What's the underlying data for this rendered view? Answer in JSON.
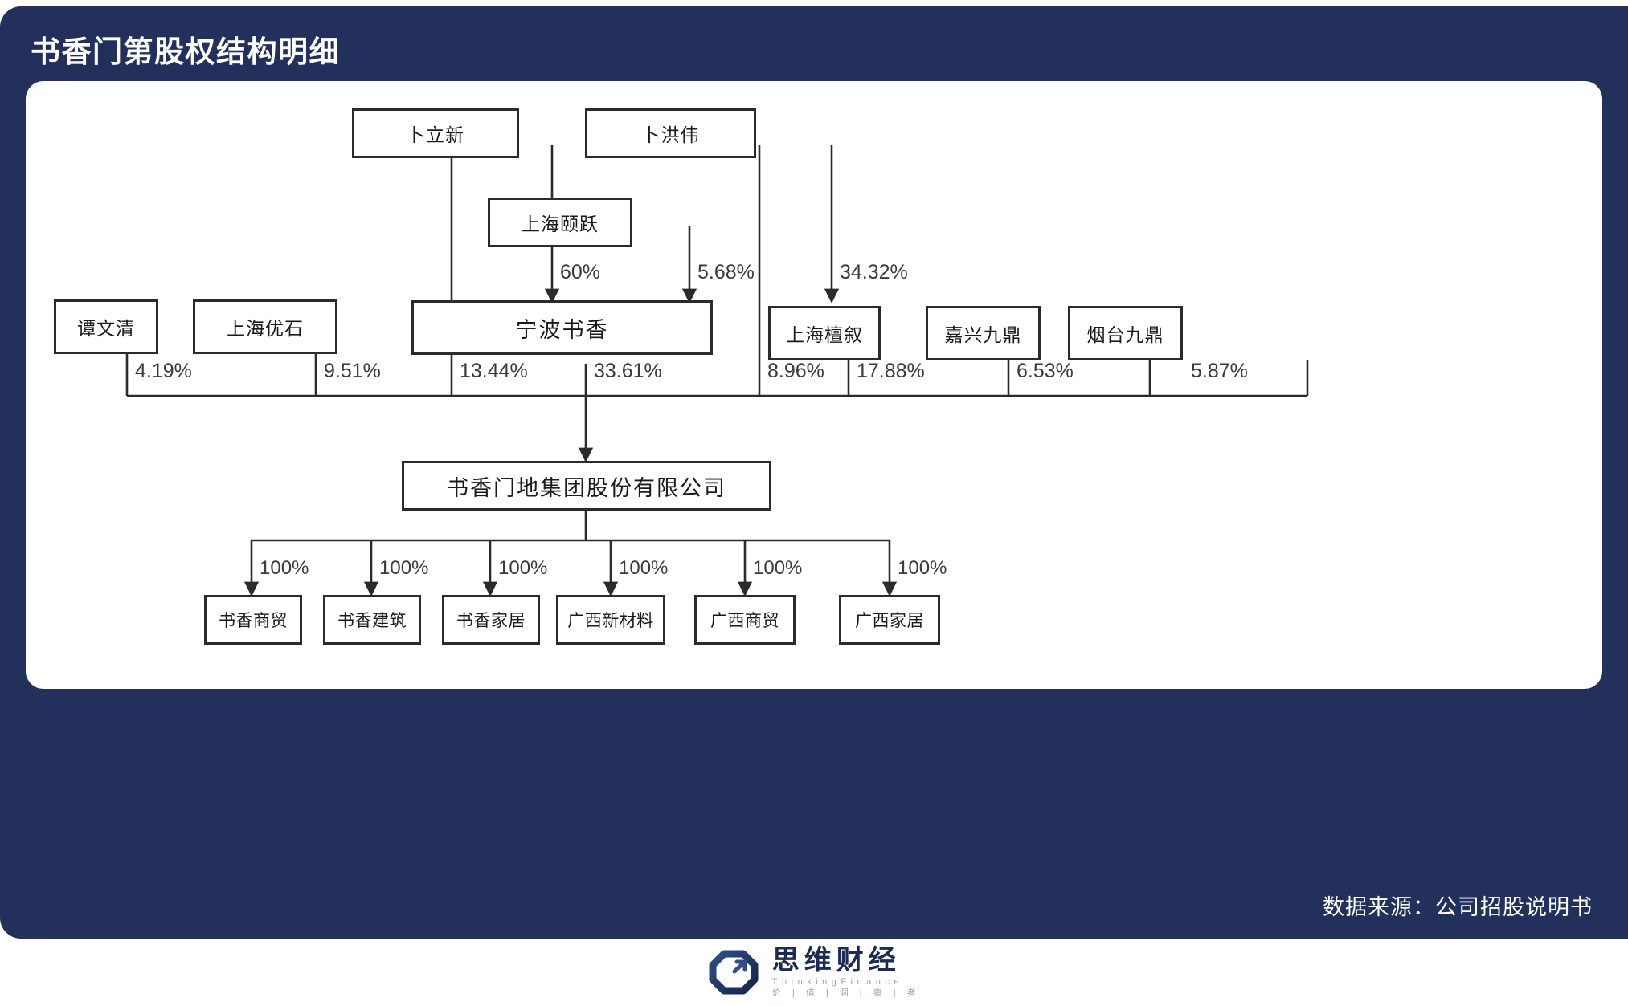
{
  "header": {
    "title": "书香门第股权结构明细"
  },
  "footer": {
    "source": "数据来源：公司招股说明书",
    "logo_cn": "思维财经",
    "logo_en": "ThinkingFinance",
    "logo_sub": "价 | 值 | 洞 | 察 | 者"
  },
  "chart_data": {
    "type": "diagram",
    "title": "书香门第股权结构明细",
    "nodes": [
      {
        "id": "bulixin",
        "label": "卜立新"
      },
      {
        "id": "buhongwei",
        "label": "卜洪伟"
      },
      {
        "id": "shanghaiyiyue",
        "label": "上海颐跃"
      },
      {
        "id": "ningboshuxiang",
        "label": "宁波书香"
      },
      {
        "id": "tanwenqing",
        "label": "谭文清"
      },
      {
        "id": "shanghaiyoushi",
        "label": "上海优石"
      },
      {
        "id": "shanghaitanxu",
        "label": "上海檀叙"
      },
      {
        "id": "jiaxingjiuding",
        "label": "嘉兴九鼎"
      },
      {
        "id": "yantaijiuding",
        "label": "烟台九鼎"
      },
      {
        "id": "mainco",
        "label": "书香门地集团股份有限公司"
      },
      {
        "id": "sub1",
        "label": "书香商贸"
      },
      {
        "id": "sub2",
        "label": "书香建筑"
      },
      {
        "id": "sub3",
        "label": "书香家居"
      },
      {
        "id": "sub4",
        "label": "广西新材料"
      },
      {
        "id": "sub5",
        "label": "广西商贸"
      },
      {
        "id": "sub6",
        "label": "广西家居"
      }
    ],
    "edges": [
      {
        "from": "bulixin",
        "to": "ningboshuxiang",
        "label": "60%"
      },
      {
        "from": "shanghaiyiyue",
        "to": "ningboshuxiang",
        "label": "5.68%"
      },
      {
        "from": "buhongwei",
        "to": "ningboshuxiang",
        "label": "34.32%"
      },
      {
        "from": "tanwenqing",
        "to": "mainco",
        "label": "4.19%"
      },
      {
        "from": "shanghaiyoushi",
        "to": "mainco",
        "label": "9.51%"
      },
      {
        "from": "bulixin",
        "to": "mainco",
        "label": "13.44%"
      },
      {
        "from": "ningboshuxiang",
        "to": "mainco",
        "label": "33.61%"
      },
      {
        "from": "buhongwei",
        "to": "mainco",
        "label": "8.96%"
      },
      {
        "from": "shanghaitanxu",
        "to": "mainco",
        "label": "17.88%"
      },
      {
        "from": "jiaxingjiuding",
        "to": "mainco",
        "label": "6.53%"
      },
      {
        "from": "yantaijiuding",
        "to": "mainco",
        "label": "5.87%"
      },
      {
        "from": "mainco",
        "to": "sub1",
        "label": "100%"
      },
      {
        "from": "mainco",
        "to": "sub2",
        "label": "100%"
      },
      {
        "from": "mainco",
        "to": "sub3",
        "label": "100%"
      },
      {
        "from": "mainco",
        "to": "sub4",
        "label": "100%"
      },
      {
        "from": "mainco",
        "to": "sub5",
        "label": "100%"
      },
      {
        "from": "mainco",
        "to": "sub6",
        "label": "100%"
      }
    ]
  },
  "colors": {
    "navy": "#23305c",
    "box_border": "#2b2b2b",
    "text": "#1a1a1a",
    "logo_navy": "#1d2a52"
  }
}
